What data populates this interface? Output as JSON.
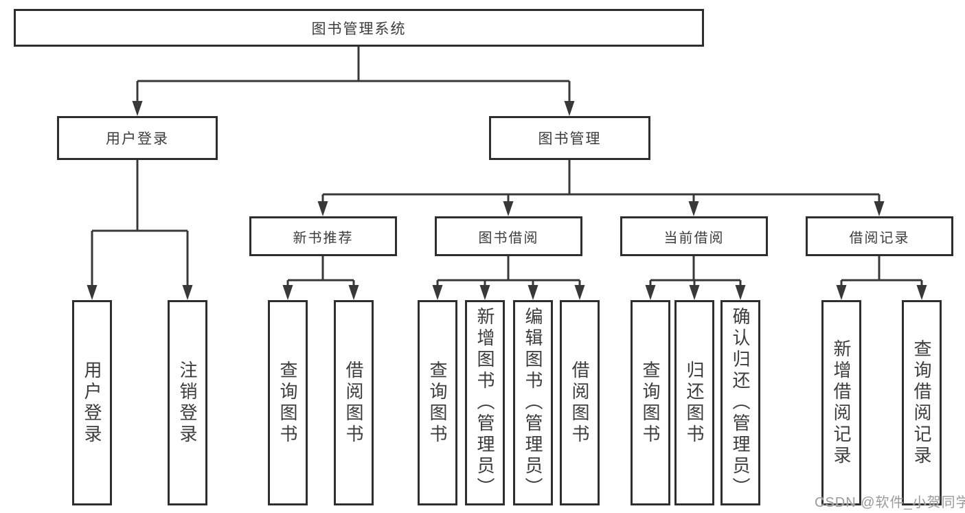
{
  "diagram_title": "图书管理系统",
  "colors": {
    "background": "#ffffff",
    "line": "#383838",
    "box_border": "#2e2e2e",
    "text": "#3c3c3c",
    "watermark": "#9b9b9b"
  },
  "tree": {
    "label": "图书管理系统",
    "children": [
      {
        "label": "用户登录",
        "children": [
          {
            "label": "用户登录"
          },
          {
            "label": "注销登录"
          }
        ]
      },
      {
        "label": "图书管理",
        "children": [
          {
            "label": "新书推荐",
            "children": [
              {
                "label": "查询图书"
              },
              {
                "label": "借阅图书"
              }
            ]
          },
          {
            "label": "图书借阅",
            "children": [
              {
                "label": "查询图书"
              },
              {
                "label": "新增图书（管理员）"
              },
              {
                "label": "编辑图书（管理员）"
              },
              {
                "label": "借阅图书"
              }
            ]
          },
          {
            "label": "当前借阅",
            "children": [
              {
                "label": "查询图书"
              },
              {
                "label": "归还图书"
              },
              {
                "label": "确认归还（管理员）"
              }
            ]
          },
          {
            "label": "借阅记录",
            "children": [
              {
                "label": "新增借阅记录"
              },
              {
                "label": "查询借阅记录"
              }
            ]
          }
        ]
      }
    ]
  },
  "watermark": {
    "text": "CSDN @软件_小贺同学"
  }
}
